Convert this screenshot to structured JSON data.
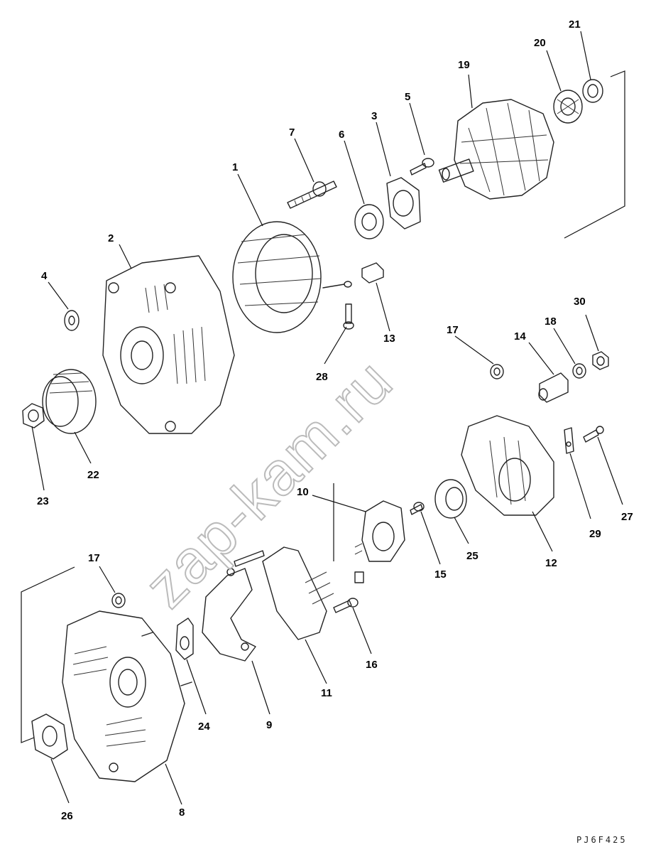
{
  "watermark": "zap-kam.ru",
  "figure_code": "PJ6F425",
  "callouts": [
    {
      "n": "1"
    },
    {
      "n": "2"
    },
    {
      "n": "3"
    },
    {
      "n": "4"
    },
    {
      "n": "5"
    },
    {
      "n": "6"
    },
    {
      "n": "7"
    },
    {
      "n": "8"
    },
    {
      "n": "9"
    },
    {
      "n": "10"
    },
    {
      "n": "11"
    },
    {
      "n": "12"
    },
    {
      "n": "13"
    },
    {
      "n": "14"
    },
    {
      "n": "15"
    },
    {
      "n": "16"
    },
    {
      "n": "17"
    },
    {
      "n": "17"
    },
    {
      "n": "18"
    },
    {
      "n": "19"
    },
    {
      "n": "20"
    },
    {
      "n": "21"
    },
    {
      "n": "22"
    },
    {
      "n": "23"
    },
    {
      "n": "24"
    },
    {
      "n": "25"
    },
    {
      "n": "26"
    },
    {
      "n": "27"
    },
    {
      "n": "28"
    },
    {
      "n": "29"
    },
    {
      "n": "30"
    }
  ]
}
